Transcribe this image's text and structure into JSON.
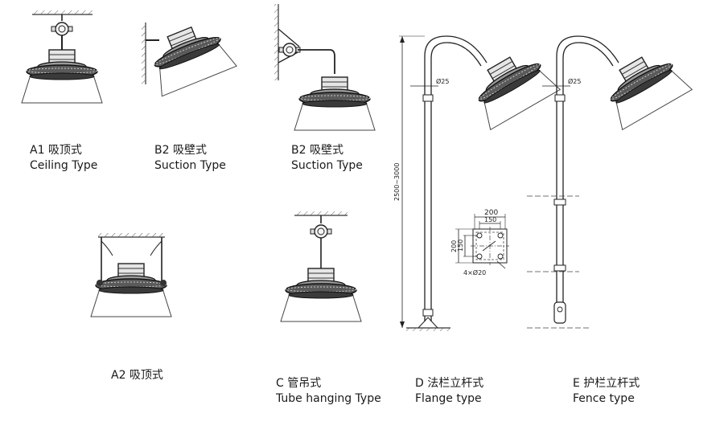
{
  "mounting_types": [
    {
      "zh": "A1 吸顶式",
      "en": "Ceiling  Type"
    },
    {
      "zh": "B2 吸壁式",
      "en": "Suction Type"
    },
    {
      "zh": "B2 吸壁式",
      "en": "Suction Type"
    },
    {
      "zh": "A2 吸顶式",
      "en": ""
    },
    {
      "zh": "C 管吊式",
      "en": "Tube hanging Type"
    },
    {
      "zh": "D 法栏立杆式",
      "en": "Flange type"
    },
    {
      "zh": "E 护栏立杆式",
      "en": "Fence type"
    }
  ],
  "dimensions": {
    "pipe_diameter_d": "Ø25",
    "pipe_diameter_e": "Ø25",
    "pole_height": "2500~3000",
    "flange_outer_width": "200",
    "flange_hole_spacing_x": "150",
    "flange_outer_height": "200",
    "flange_hole_spacing_y": "150",
    "flange_holes": "4×Ø20"
  }
}
